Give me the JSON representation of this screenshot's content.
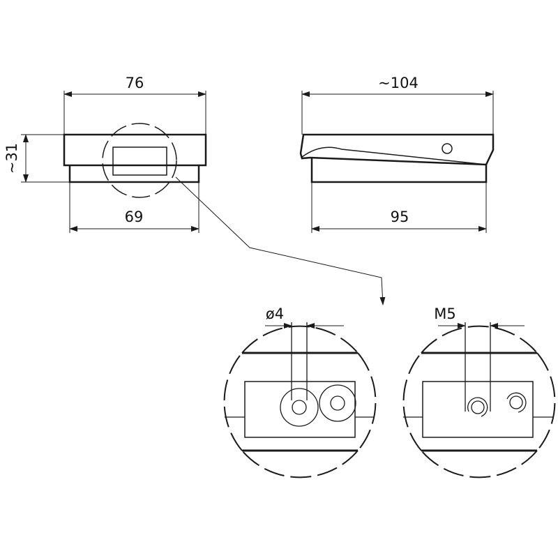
{
  "dimensions": {
    "front_top_width": "76",
    "front_base_width": "69",
    "front_height": "~31",
    "side_top_width": "~104",
    "side_base_width": "95"
  },
  "detail_views": {
    "hole_diameter": "ø4",
    "thread_size": "M5"
  },
  "colors": {
    "line": "#1a1a1a",
    "background": "#ffffff"
  }
}
